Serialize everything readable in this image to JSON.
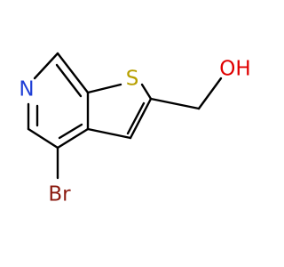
{
  "molecule": {
    "atoms": {
      "n": {
        "label": "N",
        "color": "#1f3fd6"
      },
      "s": {
        "label": "S",
        "color": "#b8a000"
      },
      "o": {
        "label": "OH",
        "color": "#e00000"
      },
      "br": {
        "label": "Br",
        "color": "#8b1a0f"
      }
    },
    "bond_color": "#000000"
  }
}
